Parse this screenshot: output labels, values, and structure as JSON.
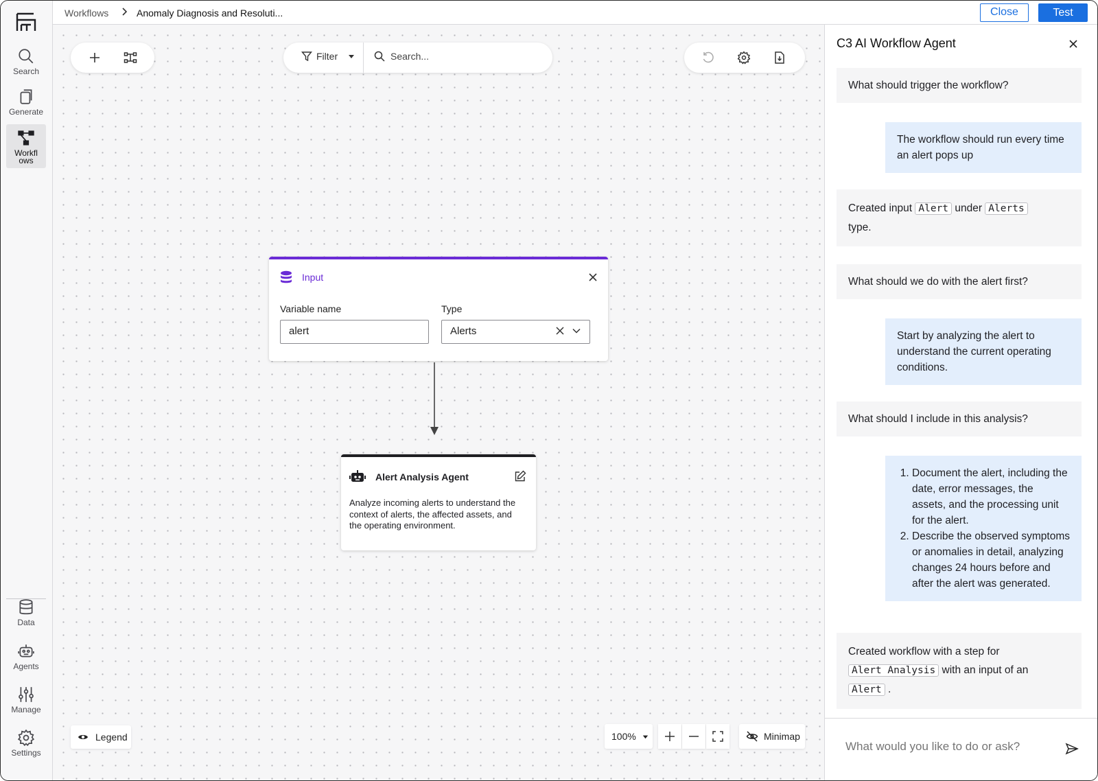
{
  "nav": {
    "search": "Search",
    "generate": "Generate",
    "workflows_line1": "Workfl",
    "workflows_line2": "ows",
    "data": "Data",
    "agents": "Agents",
    "manage": "Manage",
    "settings": "Settings"
  },
  "breadcrumb": {
    "root": "Workflows",
    "current": "Anomaly Diagnosis and Resoluti..."
  },
  "topbar": {
    "close_label": "Close",
    "test_label": "Test"
  },
  "canvas": {
    "filter_label": "Filter",
    "search_placeholder": "Search...",
    "input_node": {
      "title": "Input",
      "variable_label": "Variable name",
      "variable_value": "alert",
      "type_label": "Type",
      "type_value": "Alerts"
    },
    "agent_node": {
      "title": "Alert Analysis Agent",
      "description": "Analyze incoming alerts to understand the context of alerts, the affected assets, and the operating environment."
    },
    "legend_label": "Legend",
    "zoom_label": "100%",
    "minimap_label": "Minimap"
  },
  "chat": {
    "title": "C3 AI Workflow Agent",
    "m1": "What should trigger the workflow?",
    "m2": "The workflow should run every time an alert pops up",
    "m3_a": "Created input ",
    "m3_code1": "Alert",
    "m3_b": " under ",
    "m3_code2": "Alerts",
    "m3_c": "type.",
    "m4": "What should we do with the alert first?",
    "m5": "Start by analyzing the alert to understand the current operating conditions.",
    "m6": "What should I include in this analysis?",
    "m7_item1": "Document the alert, including the date, error messages, the assets, and the processing unit for the alert.",
    "m7_item2": "Describe the observed symptoms or anomalies in detail, analyzing changes 24 hours before and after the alert was generated.",
    "m8_a": "Created workflow with a step for",
    "m8_code1": "Alert Analysis",
    "m8_b": " with an input of an",
    "m8_code2": "Alert",
    "m8_c": " .",
    "composer_placeholder": "What would you like to do or ask?"
  },
  "colors": {
    "accent_blue": "#1a6fe0",
    "input_purple": "#6a2bd6",
    "user_bubble": "#e3eefc",
    "ai_bubble": "#f5f5f6"
  }
}
